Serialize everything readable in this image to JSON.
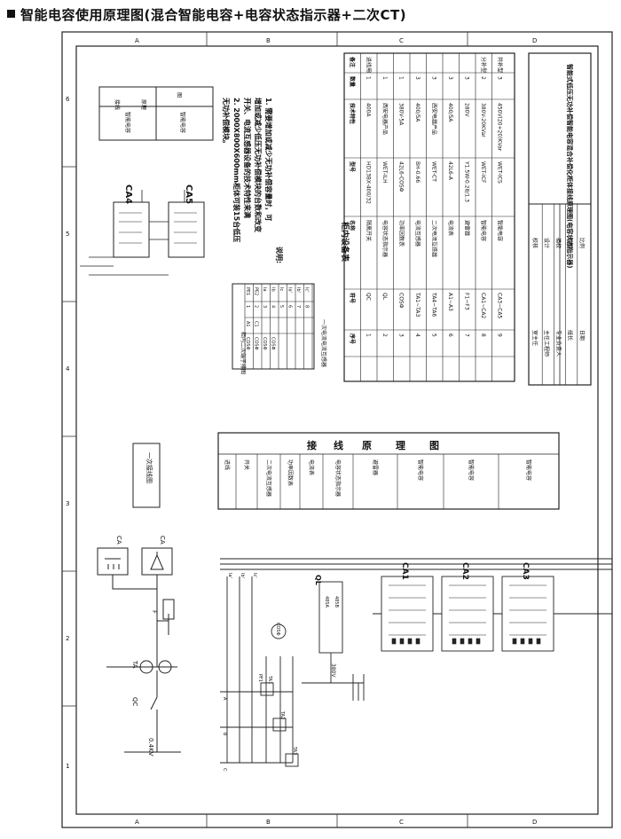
{
  "page_title": "智能电容使用原理图(混合智能电容+电容状态指示器+二次CT)",
  "zone_numbers": {
    "left": [
      "6",
      "5",
      "4",
      "3",
      "2",
      "1"
    ],
    "letters": [
      "A",
      "B",
      "C",
      "D"
    ]
  },
  "notes": {
    "title": "说明:",
    "line1": "1. 需要增加或减少无功补偿容量时，可",
    "line2": "增加或减少低压无功补偿模块的台数和改变",
    "line3": "开关、电流互感器设备的技术特性来满",
    "line4": "2. 2000X800X600mm柜体可装15台低压",
    "line5": "无功补偿模块。"
  },
  "upper_grid": {
    "rows": [
      "接线",
      "原理",
      "图"
    ],
    "cells": [
      "智能电容",
      "智能电容"
    ]
  },
  "equipment_table": {
    "title": "柜内设备表",
    "headers": [
      "序号",
      "符号",
      "名称",
      "型号",
      "技术特性",
      "数量",
      "备注"
    ],
    "rows": [
      [
        "1",
        "QC",
        "隔离开关",
        "HD13BX-400/32",
        "400A",
        "1",
        "进线用"
      ],
      [
        "2",
        "QL",
        "电容状态指示器",
        "WET-ILH",
        "西安电器产品",
        "1",
        ""
      ],
      [
        "3",
        "COSΦ",
        "功率因数表",
        "42L6-COSΦ",
        "380V-5A",
        "1",
        ""
      ],
      [
        "4",
        "TA1~TA3",
        "电流互感器",
        "BH-0.66",
        "400/5A",
        "3",
        ""
      ],
      [
        "5",
        "TA4~TA6",
        "二次电流互感器",
        "WET-CT",
        "西安电器产品",
        "3",
        ""
      ],
      [
        "6",
        "A1~A3",
        "电流表",
        "42L6-A",
        "400/5A",
        "3",
        ""
      ],
      [
        "7",
        "F1~F3",
        "避雷器",
        "Y1.5W-0.28/1.3",
        "280V",
        "3",
        ""
      ],
      [
        "8",
        "CA1~CA2",
        "智能电容",
        "WET-ICF",
        "380V-20KVar",
        "2",
        "分补型"
      ],
      [
        "9",
        "CA3~CA5",
        "智能电容",
        "WET-ICS",
        "450V(20+20)KVar",
        "3",
        "共补型"
      ]
    ]
  },
  "terminal_table": {
    "title": "柜内二次端子排图",
    "rows": [
      [
        "PE1",
        "1",
        "A1",
        "COSΦ"
      ],
      [
        "PE2",
        "2",
        "C1",
        "COSΦ"
      ],
      [
        "Ia",
        "3",
        "",
        "COSΦ"
      ],
      [
        "Ib",
        "4",
        "",
        "COSΦ"
      ],
      [
        "Ic",
        "5",
        "",
        ""
      ],
      [
        "Ia'",
        "6",
        "",
        ""
      ],
      [
        "Ib'",
        "7",
        "",
        ""
      ],
      [
        "Ic'",
        "8",
        "",
        ""
      ]
    ],
    "footer": "一次电流电流互感器"
  },
  "middle_table": {
    "header_words": [
      "接",
      "线",
      "原",
      "理",
      "图"
    ],
    "left_labels": [
      "进线",
      "开关",
      "二次电流互感器",
      "功率因数表",
      "电流表",
      "电容状态指示器",
      "避雷器",
      "智能电容",
      "智能电容",
      "智能电容"
    ]
  },
  "title_block": {
    "project": "智能式低压无功补偿智能电容混合补偿化柜体接线原理图(电容状态指示器)",
    "left_fields": [
      "室主任",
      "主任工程师",
      "专业负责人",
      "组长",
      "日期"
    ],
    "right_fields": [
      "校核",
      "设计",
      "描校",
      "描图",
      "比例"
    ]
  },
  "schematic": {
    "primary_label": "一次接线图",
    "voltage": "0.4KV",
    "qc": "QC",
    "ta": "TA",
    "f": "F",
    "ql": "QL",
    "ql_inputs": [
      "485A",
      "485B"
    ],
    "ql_supply": "380V",
    "cos_meter": "COSΦ",
    "pf": "PF1",
    "ca_top": [
      "CA",
      "CA"
    ],
    "caps": [
      "CA1",
      "CA2",
      "CA3"
    ],
    "upper_caps": [
      "CA4",
      "CA5"
    ],
    "phase_labels": [
      "Ia'",
      "Ib'",
      "Ic'"
    ],
    "ct_labels": [
      "TA1",
      "TA2",
      "TA3"
    ],
    "feeder_labels": [
      "A",
      "B",
      "C"
    ]
  }
}
